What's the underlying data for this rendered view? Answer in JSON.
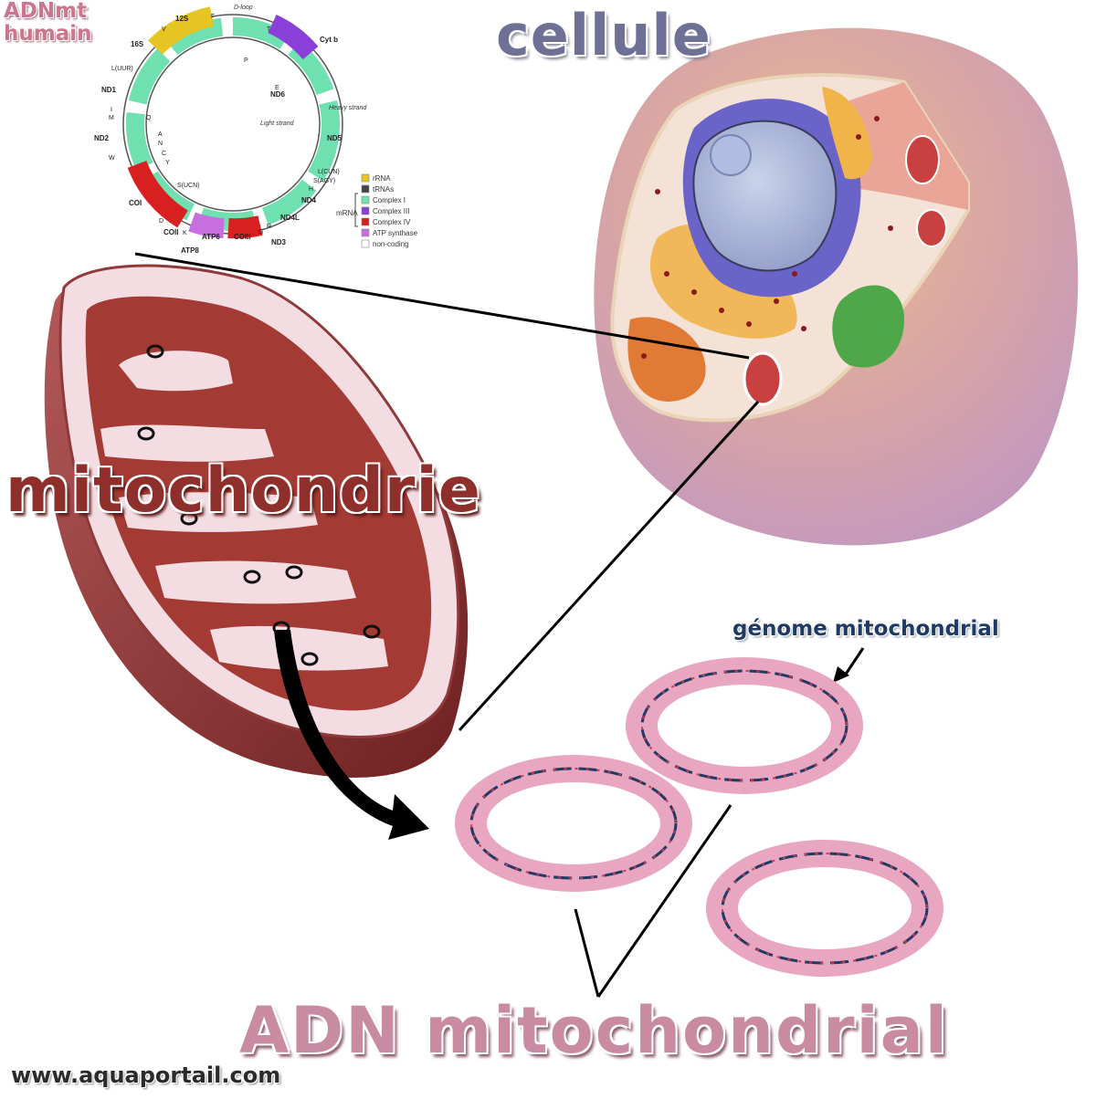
{
  "titles": {
    "cellule": "cellule",
    "mitochondrie": "mitochondrie",
    "adn": "ADN mitochondrial",
    "genome": "génome mitochondrial",
    "adnmt_line1": "ADNmt",
    "adnmt_line2": "humain",
    "url": "www.aquaportail.com"
  },
  "genome_map": {
    "genes": [
      "12S",
      "16S",
      "Cyt b",
      "ND1",
      "ND2",
      "ND5",
      "ND6",
      "COI",
      "COII",
      "ATP8",
      "ATP6",
      "COIII",
      "ND3",
      "ND4L",
      "ND4"
    ],
    "trnas": [
      "F",
      "V",
      "T",
      "P",
      "E",
      "L(UUR)",
      "I",
      "M",
      "Q",
      "W",
      "A",
      "N",
      "C",
      "Y",
      "S(UCN)",
      "D",
      "K",
      "G",
      "R",
      "H",
      "S(AGY)",
      "L(CUN)"
    ],
    "dloop": "D-loop",
    "heavy": "Heavy strand",
    "light": "Light strand",
    "mrna": "mRNA",
    "legend": [
      {
        "label": "rRNA",
        "color": "#e6c522"
      },
      {
        "label": "tRNAs",
        "color": "#444444"
      },
      {
        "label": "Complex I",
        "color": "#6fe0b0"
      },
      {
        "label": "Complex III",
        "color": "#8a3fd8"
      },
      {
        "label": "Complex IV",
        "color": "#d82020"
      },
      {
        "label": "ATP synthase",
        "color": "#c86fe0"
      },
      {
        "label": "non-coding",
        "color": "#ffffff"
      }
    ]
  },
  "colors": {
    "mito_outer": "#8e3a3a",
    "mito_inner": "#f3dce0",
    "cell_body": "#c9a0b8",
    "dna_ring": "#e8a6c0",
    "dna_strand": "#1f3a63"
  }
}
